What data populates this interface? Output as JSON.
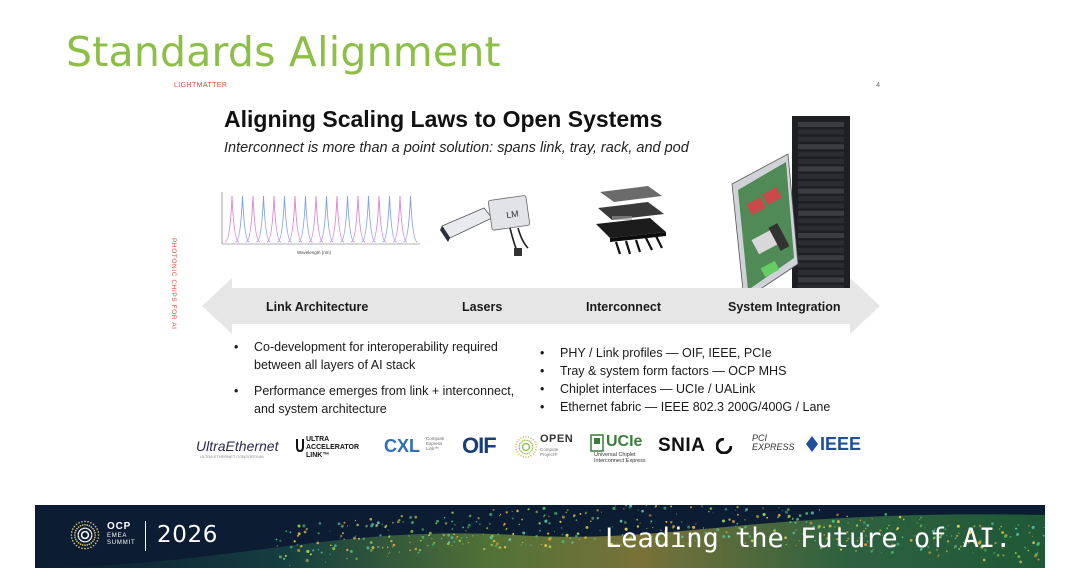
{
  "page": {
    "title": "Standards Alignment"
  },
  "slide": {
    "brand": "LIGHTMATTER",
    "number": "4",
    "vertical_label": "PHOTONIC CHIPS FOR AI",
    "headline": "Aligning Scaling Laws to Open Systems",
    "subhead": "Interconnect is more than a point solution: spans link, tray, rack, and pod",
    "spectrum_axis_label": "Wavelength (nm)",
    "arrow_labels": [
      "Link Architecture",
      "Lasers",
      "Interconnect",
      "System Integration"
    ],
    "bullets_left": [
      "Co-development for interoperability required between all layers of AI stack",
      "Performance emerges from link + interconnect, and system architecture"
    ],
    "bullets_right": [
      "PHY / Link profiles — OIF, IEEE, PCIe",
      "Tray & system form factors — OCP MHS",
      "Chiplet interfaces — UCIe / UALink",
      "Ethernet fabric — IEEE 802.3 200G/400G / Lane"
    ],
    "logos": {
      "ultra_ethernet": "UltraEthernet",
      "ultra_ethernet_sub": "ULTRA ETHERNET CONSORTIUM",
      "ualink_1": "ULTRA",
      "ualink_2": "ACCELERATOR",
      "ualink_3": "LINK™",
      "cxl": "CXL",
      "cxl_sub_1": "Compute",
      "cxl_sub_2": "Express",
      "cxl_sub_3": "Link™",
      "oif": "OIF",
      "ocp_1": "OPEN",
      "ocp_sub_1": "Compute",
      "ocp_sub_2": "Project®",
      "ucie": "UCIe",
      "ucie_sub_1": "Universal Chiplet",
      "ucie_sub_2": "Interconnect Express",
      "snia": "SNIA",
      "pci_1": "PCI",
      "pci_2": "EXPRESS",
      "ieee": "IEEE"
    }
  },
  "footer": {
    "ocp": "OCP",
    "region_1": "EMEA",
    "region_2": "SUMMIT",
    "year": "2026",
    "tagline": "Leading the Future of AI."
  },
  "colors": {
    "title_green": "#8cbf45",
    "brand_red": "#d94b3c",
    "footer_navy": "#0b1c33",
    "arrow_gray": "#e6e6e6"
  }
}
